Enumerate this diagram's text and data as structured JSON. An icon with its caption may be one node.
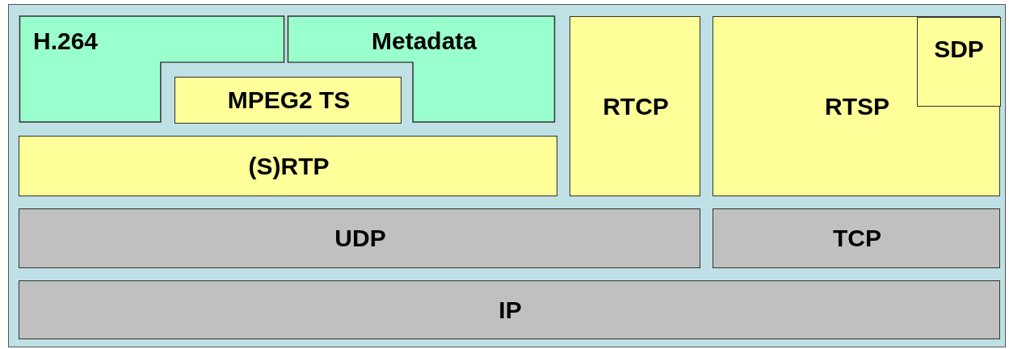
{
  "diagram": {
    "nodes": [
      {
        "text": [
          "H.264"
        ]
      },
      {
        "text": [
          "Metadata"
        ]
      },
      {
        "text": [
          "MPEG2 TS"
        ]
      },
      {
        "text": [
          "(S)RTP"
        ]
      },
      {
        "text": [
          "RTCP"
        ]
      },
      {
        "text": [
          "RTSP"
        ]
      },
      {
        "text": [
          "SDP"
        ],
        "in": 5
      },
      {
        "text": [
          "UDP"
        ]
      },
      {
        "text": [
          "TCP"
        ]
      },
      {
        "text": [
          "IP"
        ]
      }
    ]
  }
}
